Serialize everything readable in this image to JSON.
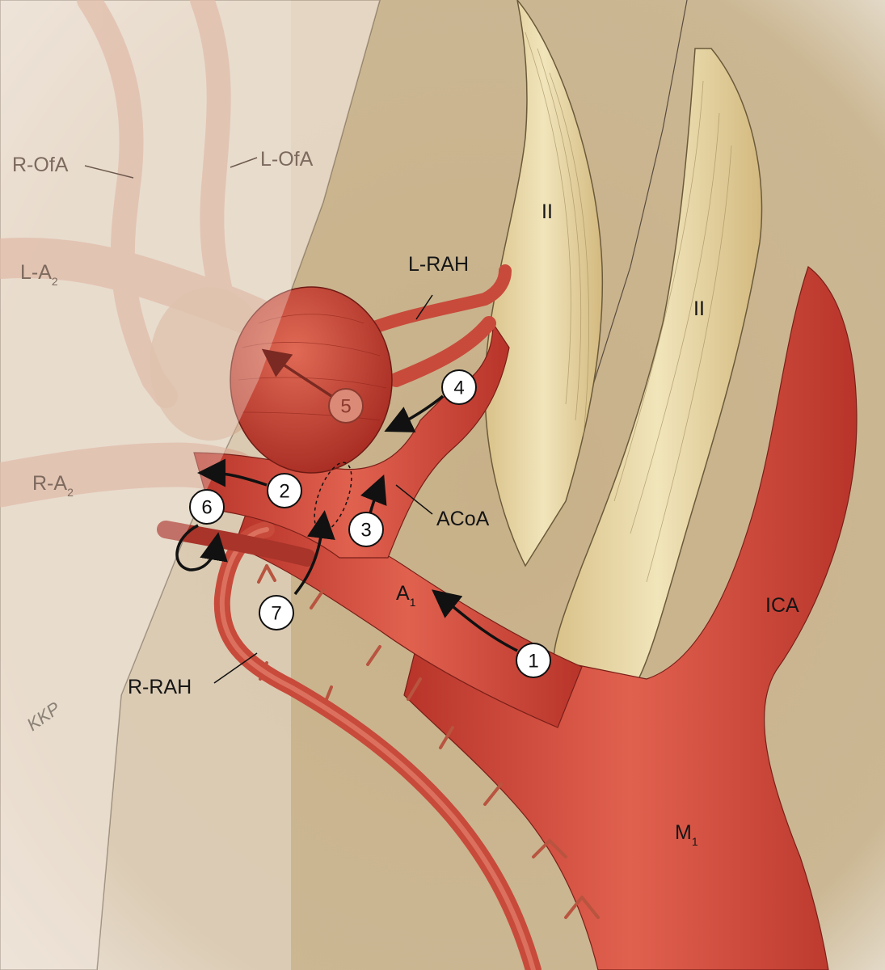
{
  "labels": {
    "r_ofa": "R-OfA",
    "l_ofa": "L-OfA",
    "l_a2": "L-A",
    "l_a2_sub": "2",
    "r_a2": "R-A",
    "r_a2_sub": "2",
    "l_rah": "L-RAH",
    "r_rah": "R-RAH",
    "optic_upper": "II",
    "optic_lower": "II",
    "acoa": "ACoA",
    "a1": "A",
    "a1_sub": "1",
    "ica": "ICA",
    "m1": "M",
    "m1_sub": "1",
    "signature": "KKP"
  },
  "steps": [
    "1",
    "2",
    "3",
    "4",
    "5",
    "6",
    "7"
  ],
  "colors": {
    "background_tissue": "#c7b08a",
    "vessel_red": "#d0473a",
    "vessel_dark": "#9e2a22",
    "optic_nerve": "#e8d7a2",
    "faded_vessel": "#d9a791",
    "badge_fill": "#ffffff"
  }
}
